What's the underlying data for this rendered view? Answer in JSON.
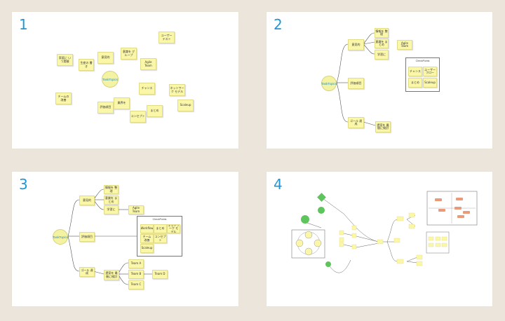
{
  "panels": [
    {
      "number": "1",
      "center": "TaskTopics",
      "notes": [
        "家庭に いつ実験",
        "生産の 書き",
        "意見的",
        "意識を グループ",
        "Agile Team",
        "ユーザー テスト",
        "チャンス",
        "ネットワーク モデル",
        "チームの 改善",
        "評価項目",
        "業界を",
        "まとめ",
        "コンセプト",
        "Scaleup"
      ]
    },
    {
      "number": "2",
      "center": "TaskTopics",
      "branch_notes": [
        "意見的",
        "評価項目",
        "ゴール 達成"
      ],
      "leaf_notes": [
        "情報を 整理",
        "意識を まとめ",
        "学習に",
        "Agile Team",
        "提案を 最後に検討"
      ],
      "group_title": "CheckPoints",
      "group_notes": [
        "チャンス",
        "ユーザー フロー",
        "まとめ",
        "Scaleup"
      ]
    },
    {
      "number": "3",
      "center": "TaskTopics",
      "branch_notes": [
        "意見的",
        "評価項目",
        "ゴール 達成"
      ],
      "leaf_notes": [
        "情報を 整理",
        "意識を まとめ",
        "学習に",
        "Agile Team",
        "提案を 最後に検討"
      ],
      "group_title": "CheckPoints",
      "group_notes": [
        "Workflow",
        "まとめ",
        "ネットワーク モデル",
        "チーム 改善",
        "コンセプト",
        "Scaleup"
      ],
      "extra_notes": [
        "Team A",
        "Team B",
        "Team C",
        "Team D"
      ]
    },
    {
      "number": "4"
    }
  ],
  "colors": {
    "accent": "#2196d3",
    "sticky": "#fbf7a9",
    "green_node": "#5ec45c",
    "orange_chip": "#e99a78",
    "background": "#ece5db"
  }
}
